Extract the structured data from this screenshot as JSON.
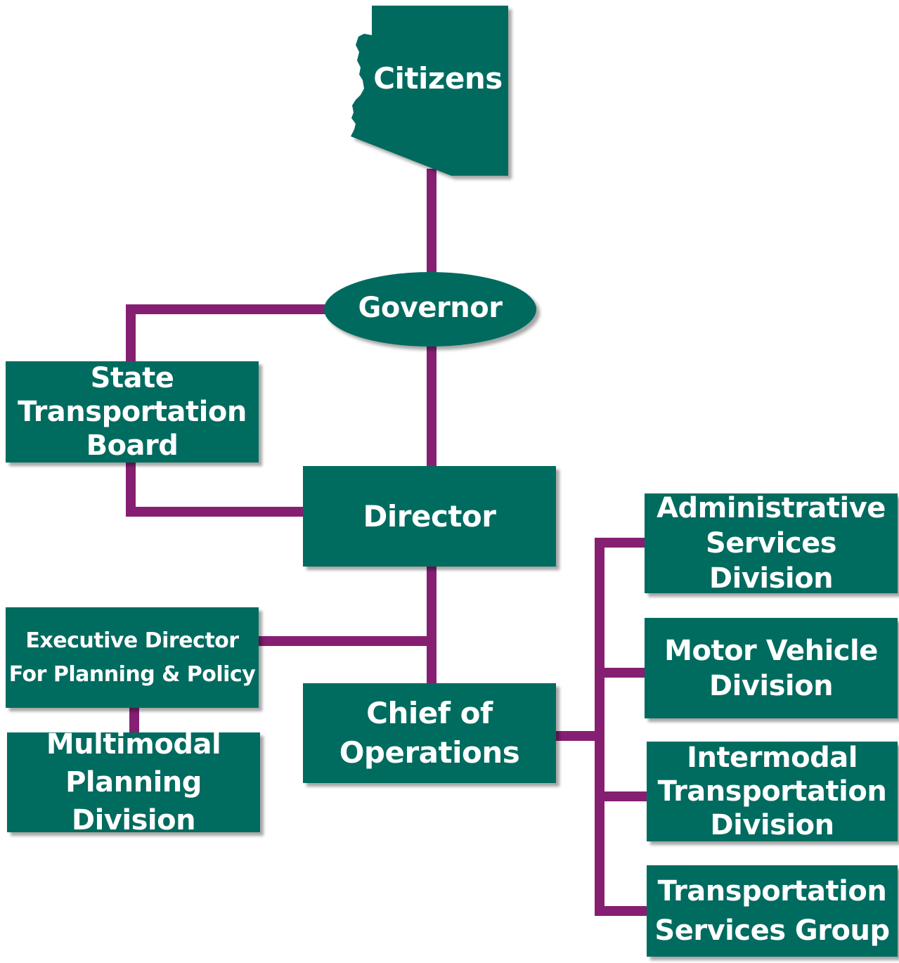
{
  "colors": {
    "node_fill": "#006b5f",
    "connector": "#861f72",
    "text": "#ffffff",
    "background": "#ffffff"
  },
  "nodes": {
    "citizens": {
      "label": "Citizens",
      "shape": "arizona-state-outline"
    },
    "governor": {
      "label": "Governor",
      "shape": "ellipse"
    },
    "state_board": {
      "lines": [
        "State",
        "Transportation",
        "Board"
      ]
    },
    "director": {
      "label": "Director"
    },
    "exec_director": {
      "lines": [
        "Executive Director",
        "For Planning & Policy"
      ]
    },
    "multimodal": {
      "lines": [
        "Multimodal",
        "Planning Division"
      ]
    },
    "chief_ops": {
      "lines": [
        "Chief of",
        "Operations"
      ]
    },
    "admin_services": {
      "lines": [
        "Administrative",
        "Services Division"
      ]
    },
    "motor_vehicle": {
      "lines": [
        "Motor Vehicle",
        "Division"
      ]
    },
    "intermodal": {
      "lines": [
        "Intermodal",
        "Transportation",
        "Division"
      ]
    },
    "transport_services": {
      "lines": [
        "Transportation",
        "Services Group"
      ]
    }
  }
}
